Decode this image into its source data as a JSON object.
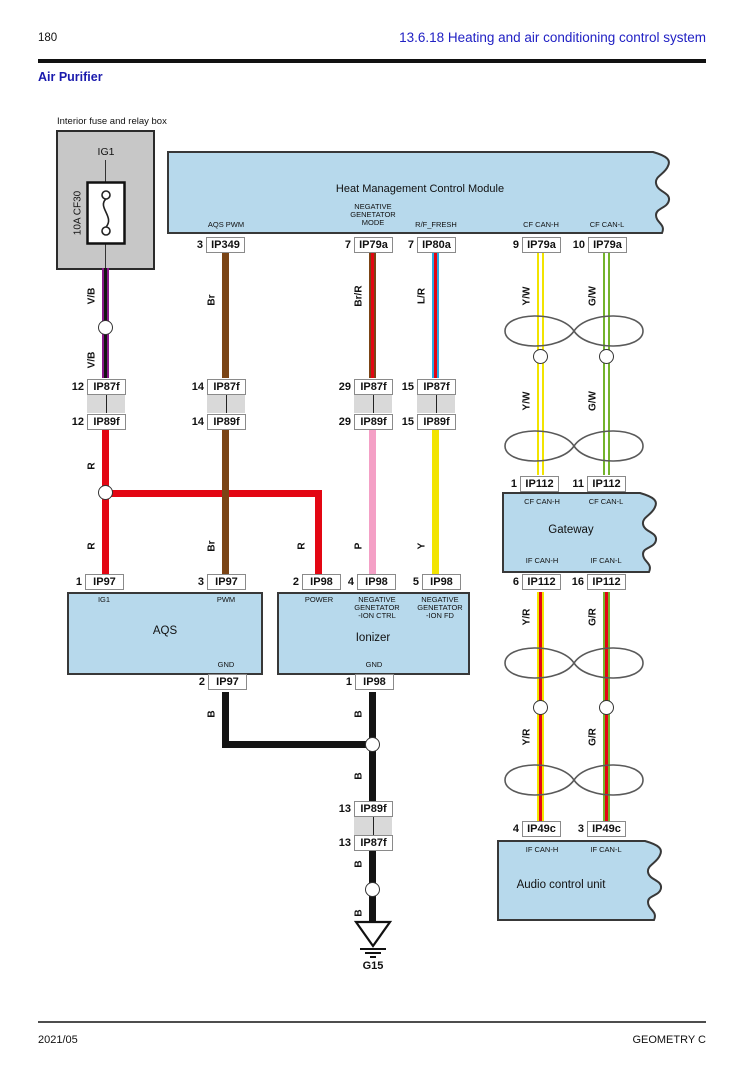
{
  "page": {
    "number": "180",
    "title": "13.6.18 Heating and air conditioning control system",
    "section": "Air Purifier",
    "footer_left": "2021/05",
    "footer_right": "GEOMETRY C"
  },
  "fuse_box": {
    "caption": "Interior fuse and relay box",
    "circuit": "IG1",
    "fuse": "10A CF30"
  },
  "modules": {
    "heat_mgmt": {
      "title": "Heat Management Control Module",
      "pins": {
        "aqs_pwm": "AQS PWM",
        "neg_gen_mode": "NEGATIVE\nGENETATOR\nMODE",
        "rf_fresh": "R/F_FRESH",
        "cf_can_h": "CF CAN-H",
        "cf_can_l": "CF CAN-L"
      }
    },
    "aqs": {
      "title": "AQS",
      "pins": {
        "ig1": "IG1",
        "pwm": "PWM",
        "gnd": "GND"
      }
    },
    "ionizer": {
      "title": "Ionizer",
      "pins": {
        "power": "POWER",
        "ion_ctrl": "NEGATIVE\nGENETATOR\n-ION CTRL",
        "ion_fd": "NEGATIVE\nGENETATOR\n-ION FD",
        "gnd": "GND"
      }
    },
    "gateway": {
      "title": "Gateway",
      "pins": {
        "cf_can_h": "CF CAN-H",
        "cf_can_l": "CF CAN-L",
        "if_can_h": "IF CAN-H",
        "if_can_l": "IF CAN-L"
      }
    },
    "audio": {
      "title": "Audio control unit",
      "pins": {
        "if_can_h": "IF CAN-H",
        "if_can_l": "IF CAN-L"
      }
    }
  },
  "connectors": {
    "hm_aqs_pwm": {
      "pin": "3",
      "name": "IP349"
    },
    "hm_neg_gen": {
      "pin": "7",
      "name": "IP79a"
    },
    "hm_rf_fresh": {
      "pin": "7",
      "name": "IP80a"
    },
    "hm_cf_can_h": {
      "pin": "9",
      "name": "IP79a"
    },
    "hm_cf_can_l": {
      "pin": "10",
      "name": "IP79a"
    },
    "j12_top": {
      "pin": "12",
      "name": "IP87f"
    },
    "j12_bot": {
      "pin": "12",
      "name": "IP89f"
    },
    "j14_top": {
      "pin": "14",
      "name": "IP87f"
    },
    "j14_bot": {
      "pin": "14",
      "name": "IP89f"
    },
    "j29_top": {
      "pin": "29",
      "name": "IP87f"
    },
    "j29_bot": {
      "pin": "29",
      "name": "IP89f"
    },
    "j15_top": {
      "pin": "15",
      "name": "IP87f"
    },
    "j15_bot": {
      "pin": "15",
      "name": "IP89f"
    },
    "j13_top": {
      "pin": "13",
      "name": "IP89f"
    },
    "j13_bot": {
      "pin": "13",
      "name": "IP87f"
    },
    "aqs_ig1": {
      "pin": "1",
      "name": "IP97"
    },
    "aqs_pwm": {
      "pin": "3",
      "name": "IP97"
    },
    "aqs_gnd": {
      "pin": "2",
      "name": "IP97"
    },
    "ion_power": {
      "pin": "2",
      "name": "IP98"
    },
    "ion_ctrl": {
      "pin": "4",
      "name": "IP98"
    },
    "ion_fd": {
      "pin": "5",
      "name": "IP98"
    },
    "ion_gnd": {
      "pin": "1",
      "name": "IP98"
    },
    "gw_cf_can_h": {
      "pin": "1",
      "name": "IP112"
    },
    "gw_cf_can_l": {
      "pin": "11",
      "name": "IP112"
    },
    "gw_if_can_h": {
      "pin": "6",
      "name": "IP112"
    },
    "gw_if_can_l": {
      "pin": "16",
      "name": "IP112"
    },
    "au_if_can_h": {
      "pin": "4",
      "name": "IP49c"
    },
    "au_if_can_l": {
      "pin": "3",
      "name": "IP49c"
    }
  },
  "wire_labels": {
    "vb": "V/B",
    "br": "Br",
    "brr": "Br/R",
    "lr": "L/R",
    "yw": "Y/W",
    "gw": "G/W",
    "r": "R",
    "p": "P",
    "y": "Y",
    "yr": "Y/R",
    "gr": "G/R",
    "b": "B"
  },
  "ground": {
    "label": "G15"
  },
  "colors": {
    "header_blue": "#2121c4",
    "section_blue": "#1a1aad",
    "box_fill": "#b7d9ec",
    "violet": "#8b168b",
    "brown": "#7a4415",
    "red": "#e30613",
    "pink": "#f4a0c6",
    "yellow": "#f2e400",
    "green": "#74b42c",
    "light_blue_wire": "#2aaae1",
    "black_wire": "#141414",
    "junction_gray": "#d9d9d9",
    "fusebox_gray": "#c7c7c7"
  }
}
